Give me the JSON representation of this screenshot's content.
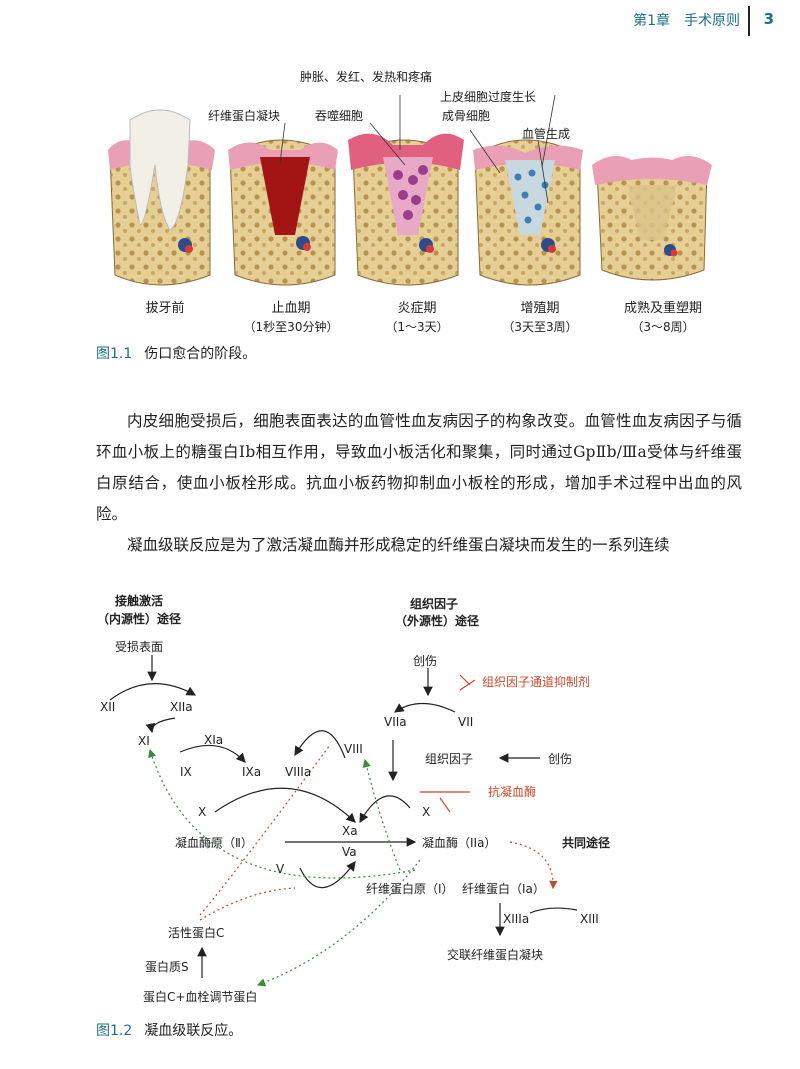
{
  "header": {
    "chapter": "第1章　手术原则",
    "page": "3"
  },
  "fig1": {
    "labels": {
      "swelling": "肿胀、发红、发热和疼痛",
      "epithelial": "上皮细胞过度生长",
      "fibrin_clot": "纤维蛋白凝块",
      "phagocyte": "吞噬细胞",
      "osteoblast": "成骨细胞",
      "angiogenesis": "血管生成"
    },
    "stages": [
      {
        "name": "拔牙前",
        "time": ""
      },
      {
        "name": "止血期",
        "time": "（1秒至30分钟）"
      },
      {
        "name": "炎症期",
        "time": "（1～3天）"
      },
      {
        "name": "增殖期",
        "time": "（3天至3周）"
      },
      {
        "name": "成熟及重塑期",
        "time": "（3～8周）"
      }
    ],
    "caption_num": "图1.1",
    "caption_text": "伤口愈合的阶段。"
  },
  "body": {
    "p1": "内皮细胞受损后，细胞表面表达的血管性血友病因子的构象改变。血管性血友病因子与循环血小板上的糖蛋白Ⅰb相互作用，导致血小板活化和聚集，同时通过GpⅡb/Ⅲa受体与纤维蛋白原结合，使血小板栓形成。抗血小板药物抑制血小板栓的形成，增加手术过程中出血的风险。",
    "p2": "凝血级联反应是为了激活凝血酶并形成稳定的纤维蛋白凝块而发生的一系列连续"
  },
  "fig2": {
    "intrinsic_title_1": "接触激活",
    "intrinsic_title_2": "（内源性）途径",
    "damaged_surface": "受损表面",
    "extrinsic_title_1": "组织因子",
    "extrinsic_title_2": "（外源性）途径",
    "trauma_1": "创伤",
    "trauma_2": "创伤",
    "tfpi": "组织因子通道抑制剂",
    "antithrombin": "抗凝血酶",
    "tissue_factor": "组织因子",
    "common_path": "共同途径",
    "XII": "XII",
    "XIIa": "XIIa",
    "XI": "XI",
    "XIa": "XIa",
    "IX": "IX",
    "IXa": "IXa",
    "VIIIa": "VIIIa",
    "VIII": "VIII",
    "VIIa": "VIIa",
    "VII": "VII",
    "X_left": "X",
    "X_right": "X",
    "Xa": "Xa",
    "Va": "Va",
    "V": "V",
    "prothrombin": "凝血酶原（Ⅱ）",
    "thrombin": "凝血酶（IIa）",
    "fibrinogen": "纤维蛋白原（Ⅰ）",
    "fibrin": "纤维蛋白（Ia）",
    "XIIIa": "XIIIa",
    "XIII": "XIII",
    "crosslinked": "交联纤维蛋白凝块",
    "protein_c_active": "活性蛋白C",
    "protein_s": "蛋白质S",
    "protein_c_tm": "蛋白C+血栓调节蛋白",
    "caption_num": "图1.2",
    "caption_text": "凝血级联反应。"
  },
  "colors": {
    "accent": "#1f6f84",
    "inhibitor": "#c84b2f",
    "dotted_green": "#3a8a3a",
    "dotted_red": "#b5502e"
  }
}
